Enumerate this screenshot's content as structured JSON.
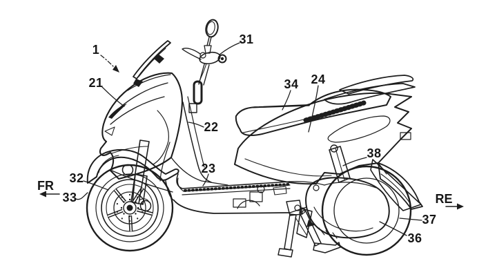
{
  "figure": {
    "description": "Patent-style line drawing of a scooter, left side view",
    "colors": {
      "background": "#ffffff",
      "ink": "#1d1d1d"
    }
  },
  "direction_indicators": {
    "front": "FR",
    "rear": "RE"
  },
  "callouts": {
    "c1": "1",
    "c21": "21",
    "c22": "22",
    "c23": "23",
    "c24": "24",
    "c31": "31",
    "c32": "32",
    "c33": "33",
    "c34": "34",
    "c36": "36",
    "c37": "37",
    "c38": "38"
  }
}
